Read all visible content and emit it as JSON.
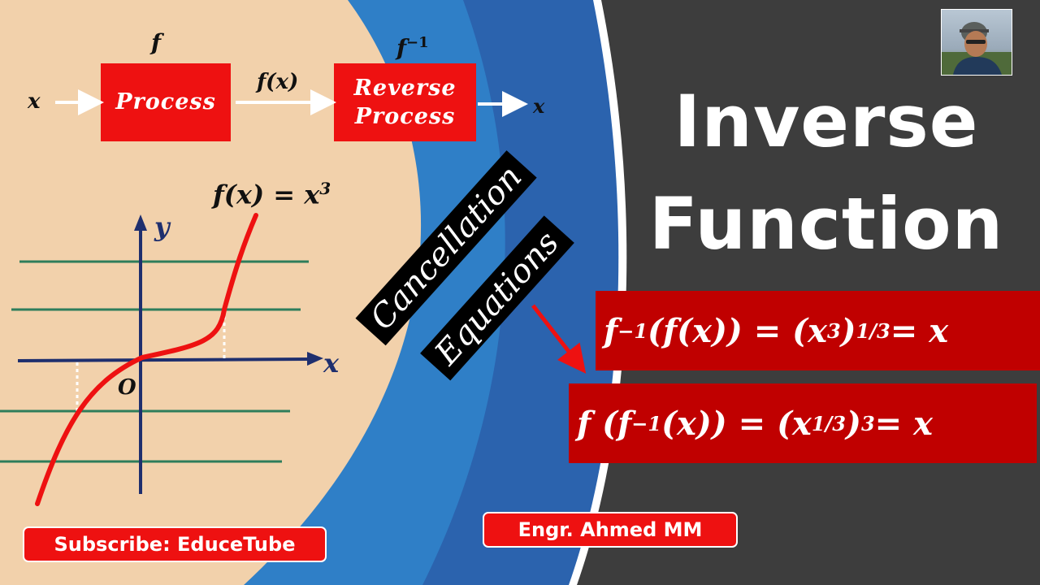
{
  "diagram": {
    "f_label": "f",
    "finv_label": "f",
    "finv_sup": "−1",
    "input_label": "x",
    "middle_label": "f(x)",
    "output_label": "x",
    "process_label": "Process",
    "reverse_line1": "Reverse",
    "reverse_line2": "Process"
  },
  "graph": {
    "function_label": "f(x) = x",
    "function_sup": "3",
    "y_axis_label": "y",
    "x_axis_label": "x",
    "origin_label": "O"
  },
  "cancellation": {
    "line1": "Cancellation",
    "line2": "Equations"
  },
  "title": {
    "line1": "Inverse",
    "line2": "Function"
  },
  "equations": {
    "eq1_parts": [
      "f",
      "−1",
      "(f(x)) = (x",
      "3",
      ")",
      "1/3",
      " = x"
    ],
    "eq2_parts": [
      "f (f",
      "−1",
      "(x)) = (x",
      "1/3",
      " )",
      "3",
      " = x"
    ]
  },
  "badges": {
    "subscribe": "Subscribe: EduceTube",
    "author": "Engr. Ahmed MM"
  },
  "colors": {
    "beige": "#f2d1ab",
    "light_blue": "#2f7fc7",
    "mid_blue": "#2b63ae",
    "gray": "#3d3d3d",
    "red": "#ee1111",
    "dark_red": "#c00000",
    "axis": "#1f2f6e",
    "gridline": "#2e7d5b",
    "curve": "#ee1111"
  }
}
